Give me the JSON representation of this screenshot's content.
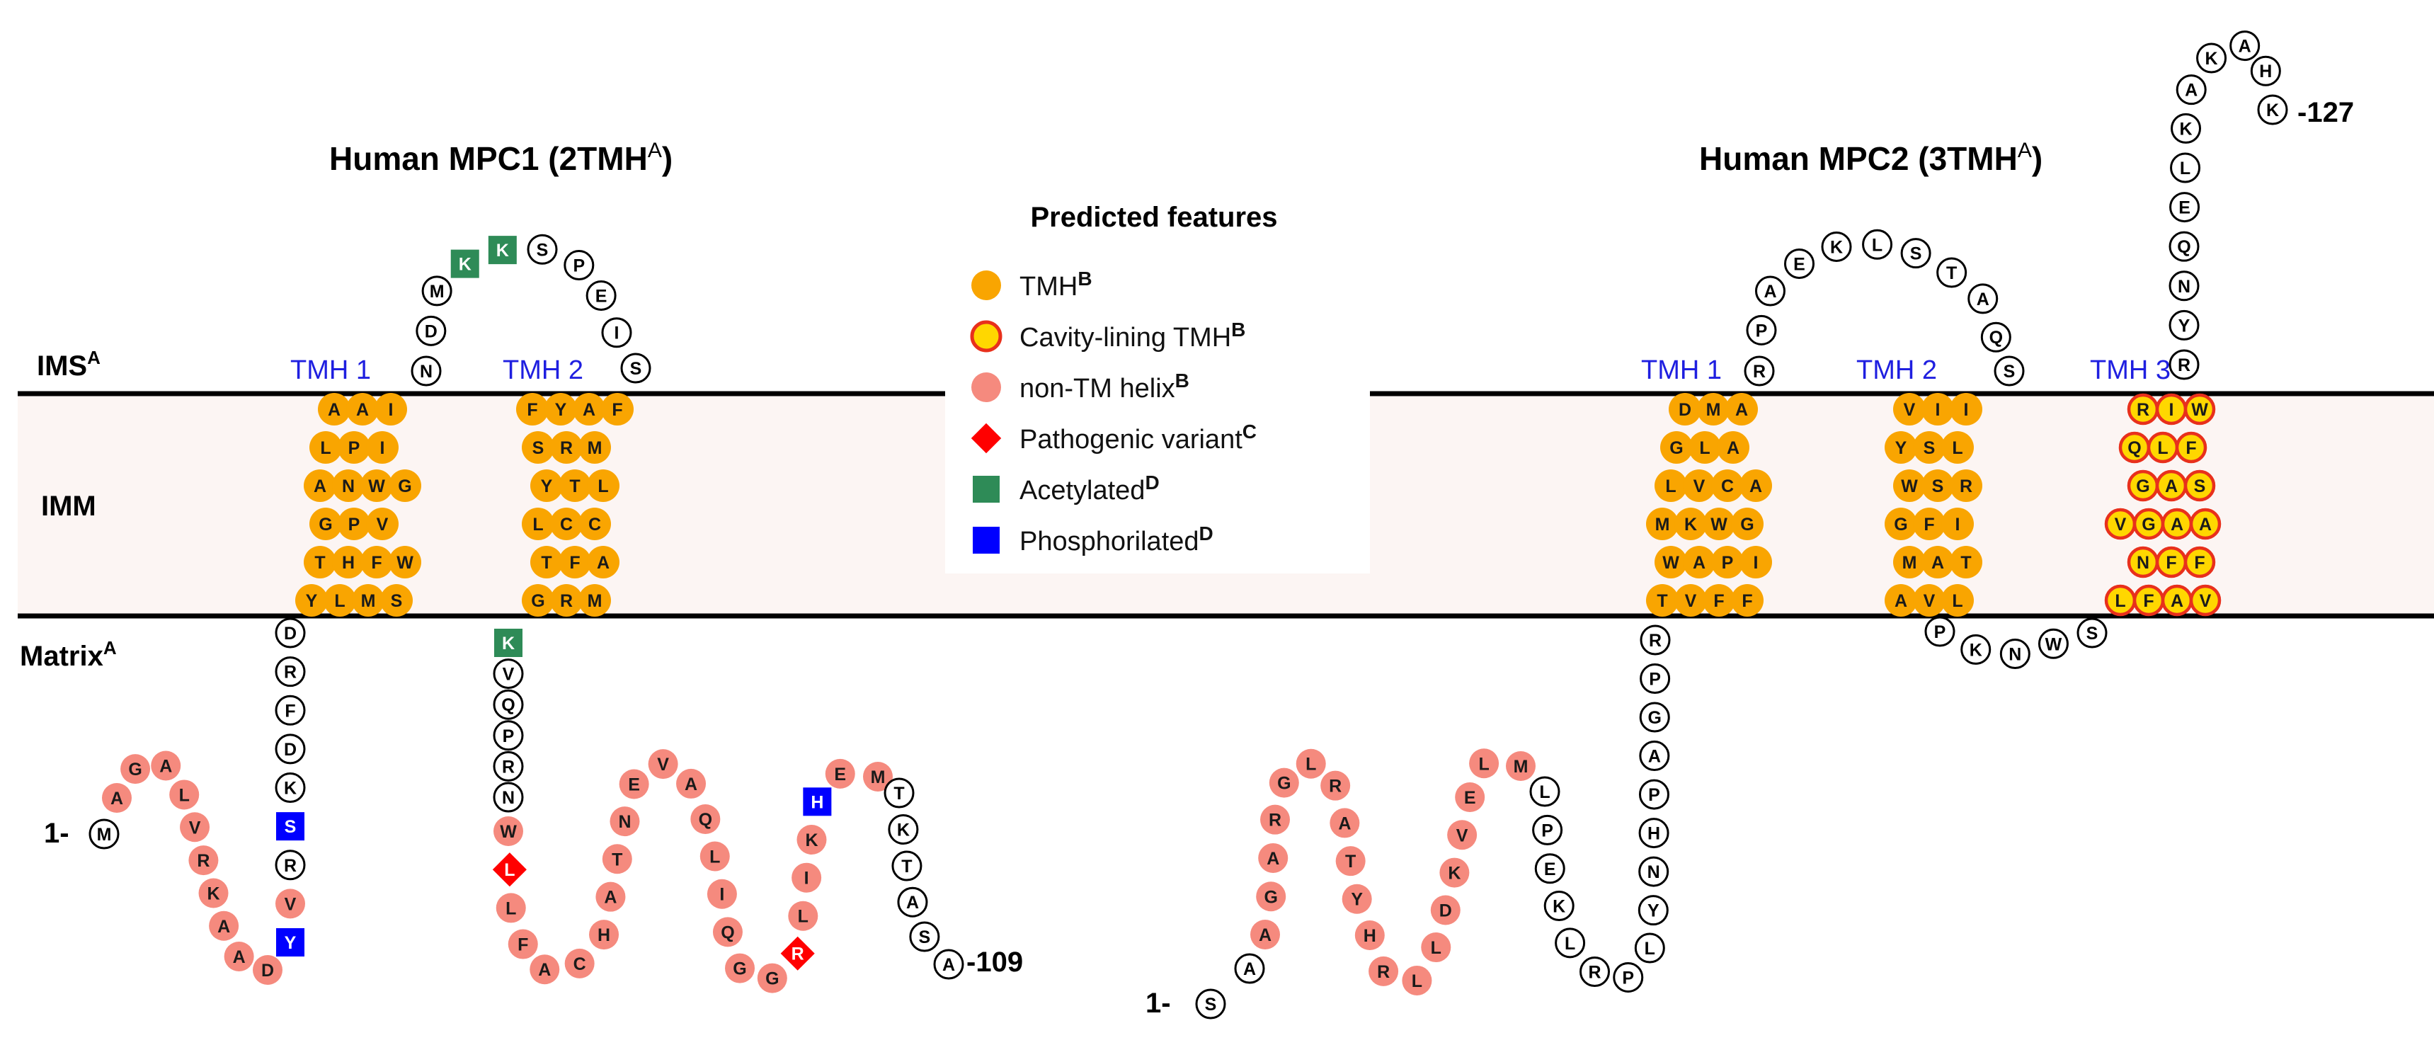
{
  "titles": {
    "mpc1": "Human MPC1 (2TMH",
    "mpc2": "Human MPC2 (3TMH",
    "sup": "A",
    "close": ")"
  },
  "regions": {
    "ims": {
      "text": "IMS",
      "sup": "A"
    },
    "imm": {
      "text": "IMM"
    },
    "matrix": {
      "text": "Matrix",
      "sup": "A"
    }
  },
  "tmh_labels": {
    "mpc1_tmh1": "TMH 1",
    "mpc1_tmh2": "TMH 2",
    "mpc2_tmh1": "TMH 1",
    "mpc2_tmh2": "TMH 2",
    "mpc2_tmh3": "TMH 3"
  },
  "ends": {
    "mpc1_n": "1-",
    "mpc1_c": "-109",
    "mpc2_n": "1-",
    "mpc2_c": "-127"
  },
  "legend": {
    "title": "Predicted features",
    "items": [
      {
        "key": "tmh",
        "text": "TMH",
        "sup": "B"
      },
      {
        "key": "cav",
        "text": "Cavity-lining TMH",
        "sup": "B"
      },
      {
        "key": "helix",
        "text": "non-TM helix",
        "sup": "B"
      },
      {
        "key": "patho",
        "text": "Pathogenic variant",
        "sup": "C"
      },
      {
        "key": "acet",
        "text": "Acetylated",
        "sup": "D"
      },
      {
        "key": "phos",
        "text": "Phosphorilated",
        "sup": "D"
      }
    ]
  },
  "colors": {
    "tmh": "#F9A501",
    "cav_fill": "#FFD700",
    "cav_stroke": "#E8301C",
    "helix": "#F58A7E",
    "patho": "#FF0000",
    "acet": "#2E8B57",
    "phos": "#0000FF",
    "tmh_label": "#1F1FE0",
    "membrane": "#FCF5F3"
  },
  "mpc1": {
    "n_term": "M",
    "helix_a": [
      "A",
      "G",
      "A",
      "L",
      "V",
      "R",
      "K",
      "A",
      "A",
      "D"
    ],
    "matrix_1": [
      "Y",
      "V",
      "R",
      "S",
      "K",
      "D",
      "F",
      "R",
      "D"
    ],
    "tmh1": [
      "Y",
      "L",
      "M",
      "S",
      "T",
      "H",
      "F",
      "W",
      "G",
      "P",
      "V",
      "A",
      "N",
      "W",
      "G",
      "L",
      "P",
      "I",
      "A",
      "A",
      "I"
    ],
    "ims_loop": [
      "N",
      "D",
      "M",
      "K",
      "K",
      "S",
      "P",
      "E",
      "I",
      "S"
    ],
    "tmh2": [
      "G",
      "R",
      "M",
      "T",
      "F",
      "A",
      "L",
      "C",
      "C",
      "Y",
      "T",
      "L",
      "S",
      "R",
      "M",
      "F",
      "Y",
      "A",
      "F"
    ],
    "matrix_2": [
      "K",
      "V",
      "Q",
      "P",
      "R",
      "N"
    ],
    "helix_b": [
      "W",
      "L",
      "L",
      "F",
      "A",
      "C",
      "H",
      "A",
      "T",
      "N",
      "E",
      "V",
      "A",
      "Q",
      "L",
      "I",
      "Q",
      "G",
      "G",
      "R",
      "L",
      "I",
      "K",
      "H",
      "E",
      "M"
    ],
    "c_term": [
      "T",
      "K",
      "T",
      "A",
      "S",
      "A"
    ]
  },
  "mpc2": {
    "n_term": [
      "S",
      "A"
    ],
    "helix_a": [
      "A",
      "G",
      "A",
      "R",
      "G",
      "L",
      "R",
      "A",
      "T",
      "Y",
      "H",
      "R",
      "L",
      "L",
      "D",
      "K",
      "V",
      "E",
      "L",
      "M"
    ],
    "coil_1": [
      "L",
      "P",
      "E",
      "K",
      "L",
      "R",
      "P",
      "L",
      "Y",
      "N",
      "H",
      "P",
      "A",
      "G",
      "P",
      "R"
    ],
    "tmh1": [
      "T",
      "V",
      "F",
      "F",
      "W",
      "A",
      "P",
      "I",
      "M",
      "K",
      "W",
      "G",
      "L",
      "V",
      "C",
      "A",
      "G",
      "L",
      "A",
      "D",
      "M",
      "A"
    ],
    "ims_loop": [
      "R",
      "P",
      "A",
      "E",
      "K",
      "L",
      "S",
      "T",
      "A",
      "Q",
      "S"
    ],
    "tmh2": [
      "A",
      "V",
      "L",
      "M",
      "A",
      "T",
      "G",
      "F",
      "I",
      "W",
      "S",
      "R",
      "Y",
      "S",
      "L",
      "V",
      "I",
      "I"
    ],
    "matrix_loop": [
      "P",
      "K",
      "N",
      "W",
      "S"
    ],
    "tmh3": [
      "L",
      "F",
      "A",
      "V",
      "N",
      "F",
      "F",
      "V",
      "G",
      "A",
      "A",
      "G",
      "A",
      "S",
      "Q",
      "L",
      "F",
      "R",
      "I",
      "W"
    ],
    "c_term": [
      "R",
      "Y",
      "N",
      "Q",
      "E",
      "L",
      "K",
      "A",
      "K",
      "A",
      "H",
      "K"
    ]
  }
}
